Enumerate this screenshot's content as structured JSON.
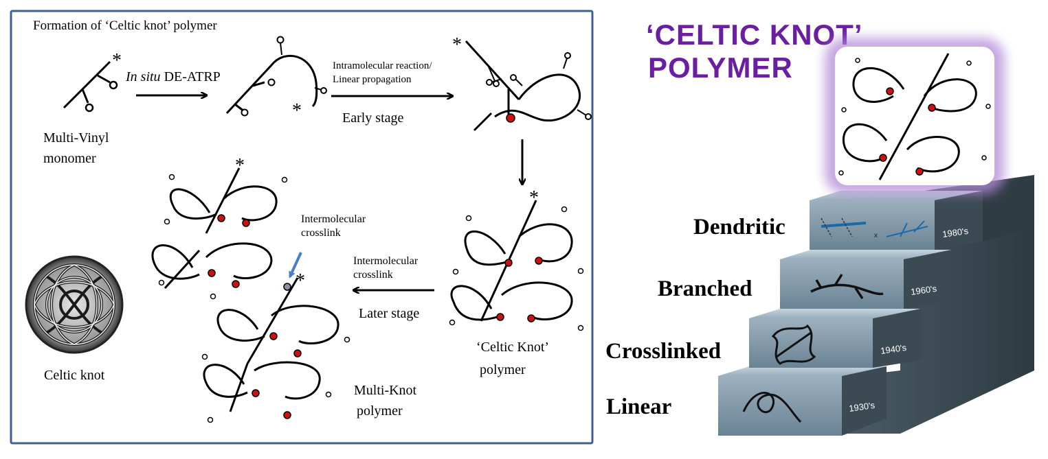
{
  "scheme": {
    "title": "Formation of ‘Celtic knot’ polymer",
    "step1_italic": "In situ",
    "step1_rest": " DE-ATRP",
    "step2_line1": "Intramolecular reaction/",
    "step2_line2": "Linear propagation",
    "early_stage": "Early stage",
    "monomer_line1": "Multi-Vinyl",
    "monomer_line2": "monomer",
    "celtic_polymer_line1": "‘Celtic Knot’",
    "celtic_polymer_line2": "polymer",
    "intermolecular_line1": "Intermolecular",
    "intermolecular_line2": "crosslink",
    "later_stage": "Later stage",
    "multiknot_line1": "Multi-Knot",
    "multiknot_line2": "polymer",
    "celtic_knot": "Celtic knot",
    "star": "*"
  },
  "staircase": {
    "title_line1": "‘CELTIC KNOT’",
    "title_line2": "POLYMER",
    "title_color": "#6a1fa0",
    "glow_color": "#b28ad6",
    "steps": [
      {
        "label": "Linear",
        "year": "1930's"
      },
      {
        "label": "Crosslinked",
        "year": "1940's"
      },
      {
        "label": "Branched",
        "year": "1960's"
      },
      {
        "label": "Dendritic",
        "year": "1980's"
      }
    ],
    "cross_mark": "x"
  },
  "colors": {
    "frame": "#3f5f8f",
    "node": "#d01010",
    "arrow_blue": "#4a7fc4",
    "stair_front": "#7e96a6",
    "stair_top": "#a9bcc8",
    "stair_side": "#3a4a54"
  }
}
